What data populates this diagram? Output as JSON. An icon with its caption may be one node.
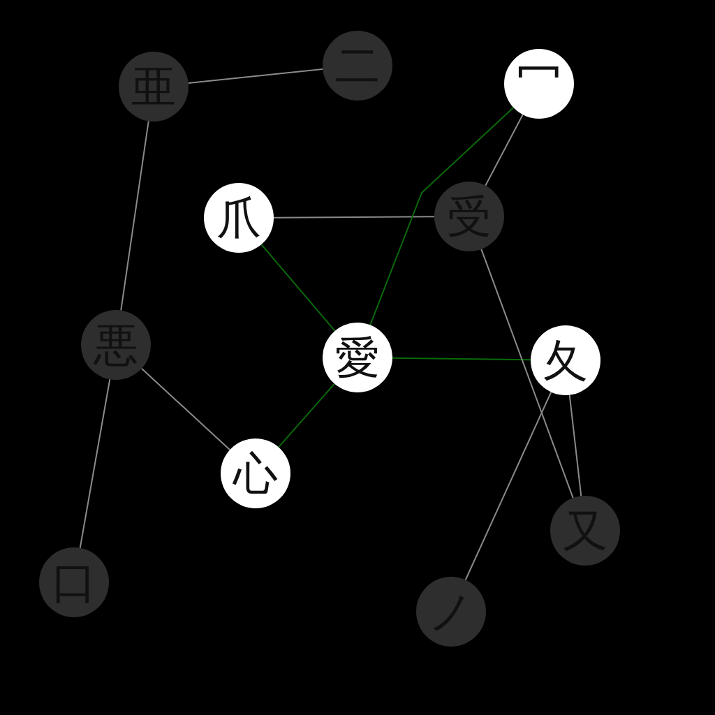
{
  "diagram": {
    "nodes": [
      {
        "text": [
          "亜"
        ]
      },
      {
        "text": [
          "二"
        ]
      },
      {
        "text": [
          "冖"
        ]
      },
      {
        "text": [
          "爪"
        ]
      },
      {
        "text": [
          "受"
        ]
      },
      {
        "text": [
          "悪"
        ]
      },
      {
        "text": [
          "愛"
        ]
      },
      {
        "text": [
          "夂"
        ]
      },
      {
        "text": [
          "心"
        ]
      },
      {
        "text": [
          "又"
        ]
      },
      {
        "text": [
          "口"
        ]
      },
      {
        "text": [
          "ノ"
        ]
      }
    ],
    "edges": [
      {
        "from": 0,
        "to": 1,
        "arrow": "none"
      },
      {
        "from": 0,
        "to": 5,
        "arrow": "none"
      },
      {
        "from": 5,
        "to": 10,
        "arrow": "none"
      },
      {
        "from": 5,
        "to": 8,
        "arrow": "none"
      },
      {
        "from": 3,
        "to": 4,
        "arrow": "none"
      },
      {
        "from": 3,
        "to": 6,
        "arrow": "none",
        "color": "#0a6a0a"
      },
      {
        "from": 2,
        "to": 4,
        "arrow": "none"
      },
      {
        "from": 2,
        "to": 6,
        "arrow": "none",
        "color": "#0a6a0a"
      },
      {
        "from": 6,
        "to": 7,
        "arrow": "none",
        "color": "#0a6a0a"
      },
      {
        "from": 6,
        "to": 8,
        "arrow": "none",
        "color": "#0a6a0a"
      },
      {
        "from": 4,
        "to": 9,
        "arrow": "none"
      },
      {
        "from": 7,
        "to": 9,
        "arrow": "none"
      },
      {
        "from": 7,
        "to": 11,
        "arrow": "none"
      }
    ]
  }
}
